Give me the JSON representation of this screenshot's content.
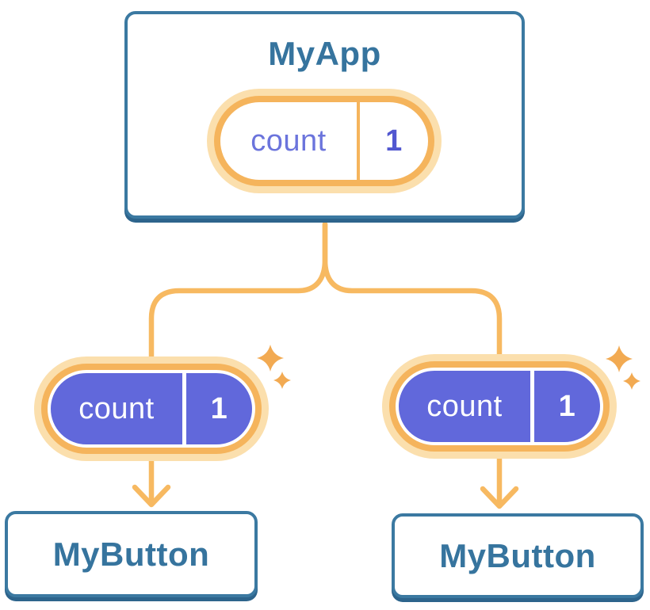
{
  "root_card": {
    "title": "MyApp",
    "state": {
      "name": "count",
      "value": "1"
    }
  },
  "children": [
    {
      "title": "MyButton",
      "state": {
        "name": "count",
        "value": "1"
      }
    },
    {
      "title": "MyButton",
      "state": {
        "name": "count",
        "value": "1"
      }
    }
  ],
  "icons": {
    "sparkles": "four-point-sparkle-pair",
    "arrow": "chevron-down-arrow"
  },
  "colors": {
    "background": "#FFFFFF",
    "card-border": "#3B79A1",
    "card-shadow": "#2D648C",
    "title-blue": "#36749E",
    "connector": "#F7B961",
    "ring-orange": "#F5B45C",
    "ring-light": "#FBDFAD",
    "sparkle": "#F2AA52",
    "purple": "#6168DB",
    "label-purple": "#6B74DC",
    "value-purple": "#5157D0",
    "pill-text-white": "#FFFFFF"
  }
}
